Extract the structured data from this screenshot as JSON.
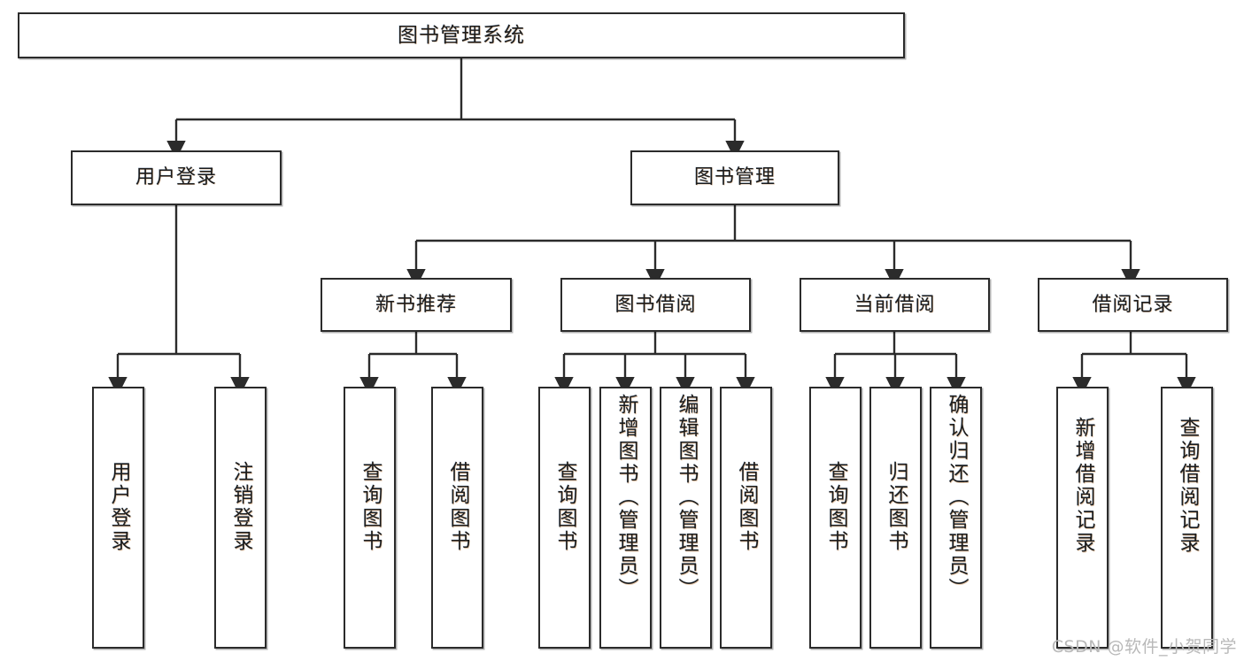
{
  "diagram": {
    "title": "图书管理系统",
    "watermark": "CSDN @软件_小贺同学",
    "colors": {
      "box_border": "#2b2b2b",
      "box_fill": "#ffffff",
      "edge": "#2b2b2b",
      "text": "#1c1c1c",
      "watermark": "#b9b9b9"
    },
    "nodes": {
      "root": {
        "label": "图书管理系统"
      },
      "level2": [
        {
          "label": "用户登录"
        },
        {
          "label": "图书管理"
        }
      ],
      "level3": [
        {
          "label": "新书推荐"
        },
        {
          "label": "图书借阅"
        },
        {
          "label": "当前借阅"
        },
        {
          "label": "借阅记录"
        }
      ],
      "leaves": {
        "user_login": [
          {
            "label": "用户登录"
          },
          {
            "label": "注销登录"
          }
        ],
        "new_book_recommend": [
          {
            "label": "查询图书"
          },
          {
            "label": "借阅图书"
          }
        ],
        "book_borrow": [
          {
            "label": "查询图书"
          },
          {
            "label": "新增图书（管理员）"
          },
          {
            "label": "编辑图书（管理员）"
          },
          {
            "label": "借阅图书"
          }
        ],
        "current_borrow": [
          {
            "label": "查询图书"
          },
          {
            "label": "归还图书"
          },
          {
            "label": "确认归还（管理员）"
          }
        ],
        "borrow_record": [
          {
            "label": "新增借阅记录"
          },
          {
            "label": "查询借阅记录"
          }
        ]
      }
    }
  }
}
